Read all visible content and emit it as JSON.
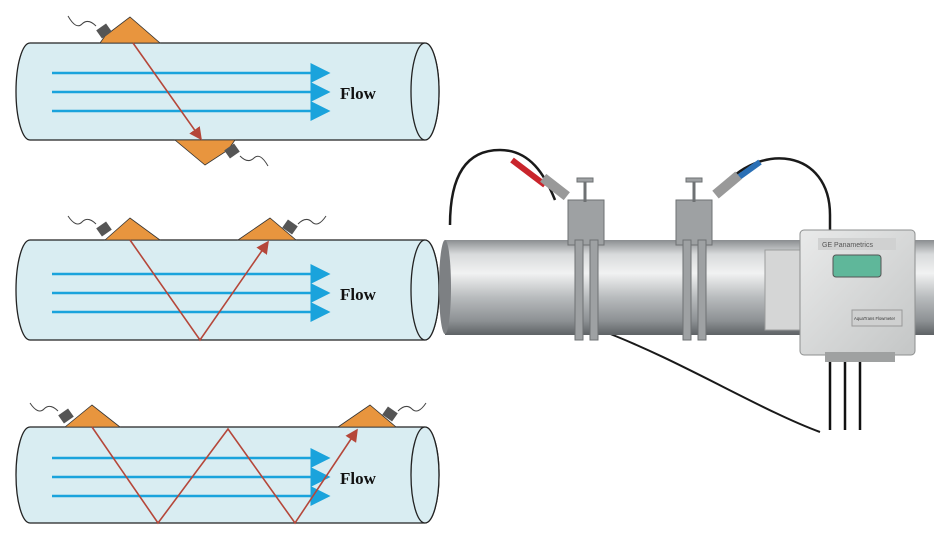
{
  "diagrams": [
    {
      "label": "Flow",
      "method": "direct"
    },
    {
      "label": "Flow",
      "method": "V"
    },
    {
      "label": "Flow",
      "method": "W"
    }
  ],
  "photo": {
    "logo_text": "GE Panametrics",
    "device_label": "AquaTrans Flowmeter"
  },
  "colors": {
    "pipe": "#d9edf2",
    "arrow": "#1aa3dc",
    "beam": "#b5473a",
    "transducer": "#e8953e"
  }
}
